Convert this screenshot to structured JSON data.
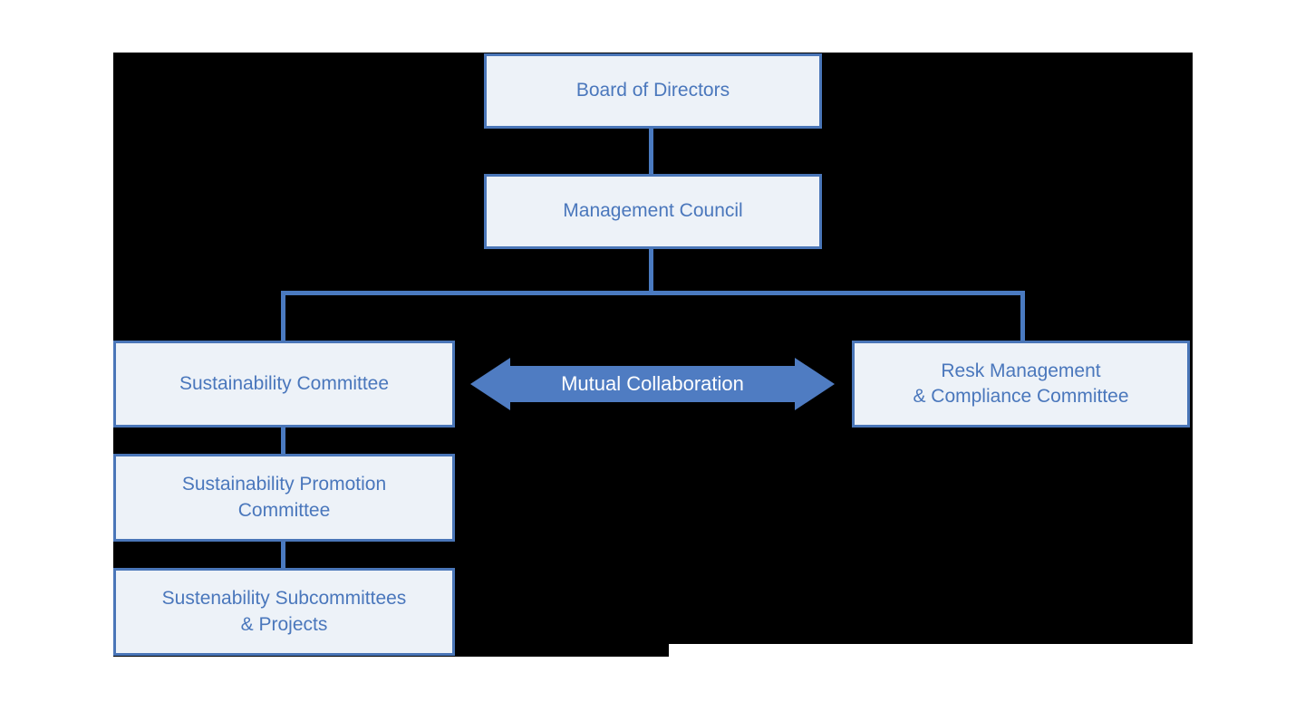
{
  "colors": {
    "page_bg": "#ffffff",
    "panel_bg": "#000000",
    "box_fill": "#edf2f8",
    "box_border": "#4a76b8",
    "box_text": "#4a77bc",
    "connector": "#4a7ac0",
    "arrow_fill": "#4f7cc2",
    "arrow_text": "#ffffff"
  },
  "diagram": {
    "nodes": {
      "board": {
        "label": "Board of Directors"
      },
      "management_council": {
        "label": "Management Council"
      },
      "sustainability_committee": {
        "label": "Sustainability Committee"
      },
      "risk_compliance_committee": {
        "label": "Resk Management\n& Compliance Committee"
      },
      "sustainability_promotion_committee": {
        "label": "Sustainability Promotion\nCommittee"
      },
      "sustainability_subcommittees": {
        "label": "Sustenability Subcommittees\n& Projects"
      }
    },
    "collaboration_arrow": {
      "label": "Mutual Collaboration"
    }
  }
}
